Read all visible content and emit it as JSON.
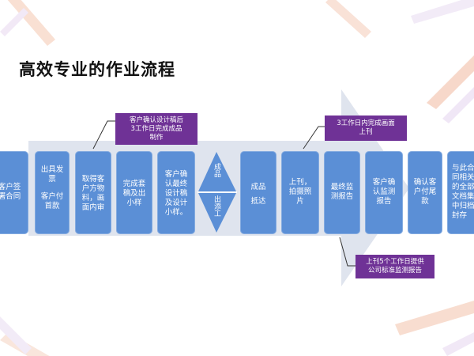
{
  "title": "高效专业的作业流程",
  "steps": [
    {
      "lines": [
        "客户签",
        "署合同"
      ]
    },
    {
      "lines": [
        "出具发",
        "票"
      ],
      "lines2": [
        "客户付",
        "首款"
      ]
    },
    {
      "lines": [
        "取得客",
        "户方物",
        "料，画",
        "面内审"
      ]
    },
    {
      "lines": [
        "完成套",
        "稿及出",
        "小样"
      ]
    },
    {
      "lines": [
        "客户确",
        "认最终",
        "设计稿",
        "及设计",
        "小样。"
      ]
    },
    {
      "lines": [
        "成品",
        "抵达"
      ]
    },
    {
      "lines": [
        "上刊，",
        "拍摄照",
        "片"
      ]
    },
    {
      "lines": [
        "最终监",
        "测报告"
      ]
    },
    {
      "lines": [
        "客户确",
        "认监测",
        "报告"
      ]
    },
    {
      "lines": [
        "确认客",
        "户付尾",
        "款"
      ]
    },
    {
      "lines": [
        "与此合",
        "同相关",
        "的全部",
        "文档集",
        "中归档",
        "封存"
      ]
    }
  ],
  "diamond": {
    "top": "成品",
    "bottom": "出添工"
  },
  "callouts": [
    {
      "lines": [
        "客户确认设计稿后",
        "3工作日完成成品",
        "制作"
      ]
    },
    {
      "lines": [
        "3工作日内完成画面",
        "上刊"
      ]
    },
    {
      "lines": [
        "上刊5个工作日提供",
        "公司标准监测报告"
      ]
    }
  ],
  "colors": {
    "step_fill": "#5b8fd6",
    "callout_fill": "#6f3296",
    "band_fill": "#dfe4ee",
    "accent_orange": "#f2a77a",
    "accent_purple": "#8a5aa8"
  }
}
